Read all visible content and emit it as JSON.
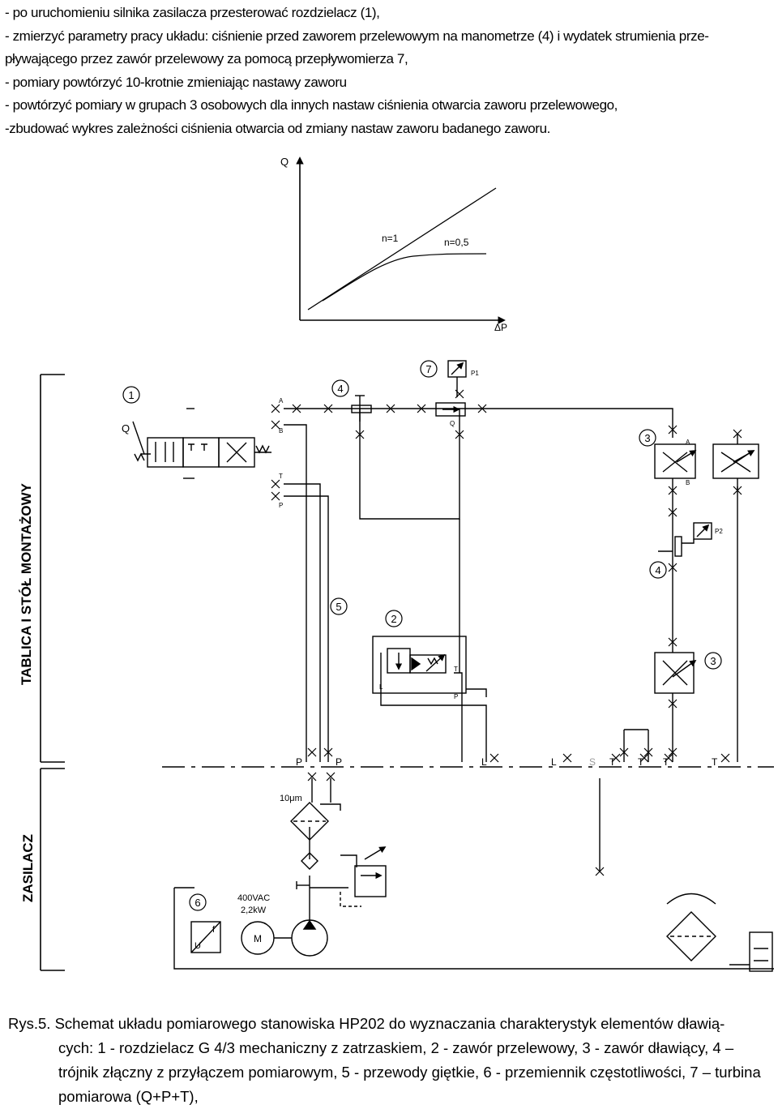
{
  "instructions": [
    "- po uruchomieniu silnika zasilacza przesterować rozdzielacz (1),",
    "- zmierzyć parametry pracy układu: ciśnienie przed zaworem przelewowym na manometrze (4) i wydatek strumienia prze-",
    "pływającego przez zawór przelewowy za pomocą przepływomierza 7,",
    "- pomiary powtórzyć 10-krotnie zmieniając nastawy zaworu",
    "- powtórzyć pomiary w grupach 3 osobowych dla innych nastaw ciśnienia otwarcia zaworu przelewowego,",
    "-zbudować wykres zależności ciśnienia otwarcia od zmiany nastaw zaworu badanego zaworu."
  ],
  "graph": {
    "y_label": "Q",
    "x_label": "ΔP",
    "curve1_label": "n=1",
    "curve2_label": "n=0,5"
  },
  "schematic": {
    "left_label_top": "TABLICA I STÓŁ MONTAŻOWY",
    "left_label_bottom": "ZASILACZ",
    "numbers": {
      "n1": "1",
      "n2": "2",
      "n3a": "3",
      "n3b": "3",
      "n4a": "4",
      "n4b": "4",
      "n5": "5",
      "n6": "6",
      "n7": "7"
    },
    "ports": {
      "A": "A",
      "B": "B",
      "T": "T",
      "P": "P",
      "L": "L",
      "S": "S",
      "Q": "Q",
      "P1": "P1",
      "P2": "P2",
      "U": "U",
      "f": "f",
      "M": "M"
    },
    "filter_label": "10μm",
    "motor_label_1": "400VAC",
    "motor_label_2": "2,2kW"
  },
  "caption": {
    "first": "Rys.5.  Schemat układu pomiarowego stanowiska  HP202 do wyznaczania charakterystyk elementów dławią-",
    "rest": "cych: 1 - rozdzielacz G 4/3 mechaniczny z zatrzaskiem, 2 - zawór przelewowy, 3 - zawór dławiący, 4 – trójnik złączny z przyłączem pomiarowym, 5 - przewody giętkie, 6 - przemiennik częstotliwości, 7 – turbina pomiarowa (Q+P+T),"
  }
}
